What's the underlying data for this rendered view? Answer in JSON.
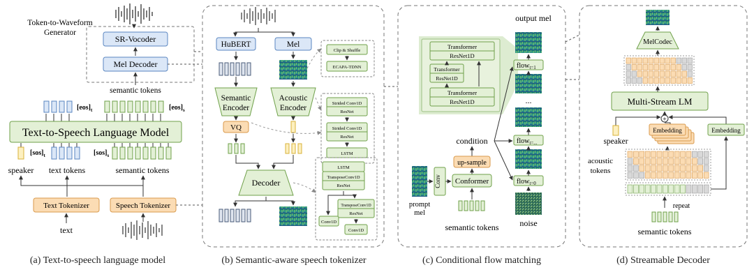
{
  "colors": {
    "green_fill": "#e3f0d6",
    "green_stroke": "#6fa04a",
    "blue_fill": "#dbe7f7",
    "blue_stroke": "#5a86c0",
    "orange_fill": "#fbdcb4",
    "orange_stroke": "#d99a4c",
    "yellow_fill": "#fdf0c0",
    "yellow_stroke": "#d8b23a",
    "dashed_stroke": "#8a8a8a",
    "highlight_green": "#cfe4bd"
  },
  "captions": {
    "a": "(a) Text-to-speech language model",
    "b": "(b) Semantic-aware speech tokenizer",
    "c": "(c) Conditional flow matching",
    "d": "(d) Streamable Decoder"
  },
  "panel_a": {
    "generator_title_1": "Token-to-Waveform",
    "generator_title_2": "Generator",
    "sr_vocoder": "SR-Vocoder",
    "mel_decoder": "Mel Decoder",
    "semantic_tokens_top": "semantic tokens",
    "eos_t": "[eos]",
    "eos_t_sub": "t",
    "eos_s": "[eos]",
    "eos_s_sub": "s",
    "lm": "Text-to-Speech Language Model",
    "sos_t": "[sos]",
    "sos_t_sub": "t",
    "sos_s": "[sos]",
    "sos_s_sub": "s",
    "speaker": "speaker",
    "text_tokens": "text tokens",
    "semantic_tokens": "semantic tokens",
    "text_tokenizer": "Text Tokenizer",
    "speech_tokenizer": "Speech Tokenizer",
    "text": "text"
  },
  "panel_b": {
    "hubert": "HuBERT",
    "mel": "Mel",
    "semantic_encoder_1": "Semantic",
    "semantic_encoder_2": "Encoder",
    "acoustic_encoder_1": "Acoustic",
    "acoustic_encoder_2": "Encoder",
    "vq": "VQ",
    "decoder": "Decoder",
    "clip_shuffle": "Clip & Shuffle",
    "ecapa": "ECAPA-TDNN",
    "strided_1a": "Strided Conv1D",
    "strided_1b": "ResNet",
    "strided_2a": "Strided Conv1D",
    "strided_2b": "ResNet",
    "lstm_enc": "LSTM",
    "lstm_dec": "LSTM",
    "transpose_1a": "TransposeConv1D",
    "transpose_1b": "ResNet",
    "transpose_2a": "TransposeConv1D",
    "transpose_2b": "ResNet",
    "conv_left": "Conv1D",
    "conv_right": "Conv1D"
  },
  "panel_c": {
    "output_mel": "output mel",
    "transformer_top": "Transformer",
    "resnet_top": "ResNet1D",
    "transformer_mid": "Transformer",
    "resnet_mid": "ResNet1D",
    "transformer_bot": "Transformer",
    "resnet_bot": "ResNet1D",
    "flow_t1": "flow",
    "flow_t1_sub": "t=1",
    "flow_tdots": "flow",
    "flow_tdots_sub": "t=...",
    "flow_t0": "flow",
    "flow_t0_sub": "t=0",
    "dots": "...",
    "condition": "condition",
    "upsample": "up-sample",
    "conformer": "Conformer",
    "conv": "Conv",
    "prompt_mel_1": "prompt",
    "prompt_mel_2": "mel",
    "semantic_tokens": "semantic tokens",
    "noise": "noise"
  },
  "panel_d": {
    "melcodec": "MelCodec",
    "multistream_lm": "Multi-Stream LM",
    "speaker": "speaker",
    "embedding_1": "Embedding",
    "embedding_2": "Embedding",
    "acoustic_tokens_1": "acoustic",
    "acoustic_tokens_2": "tokens",
    "repeat": "repeat",
    "semantic_tokens": "semantic tokens",
    "plus": "+"
  }
}
